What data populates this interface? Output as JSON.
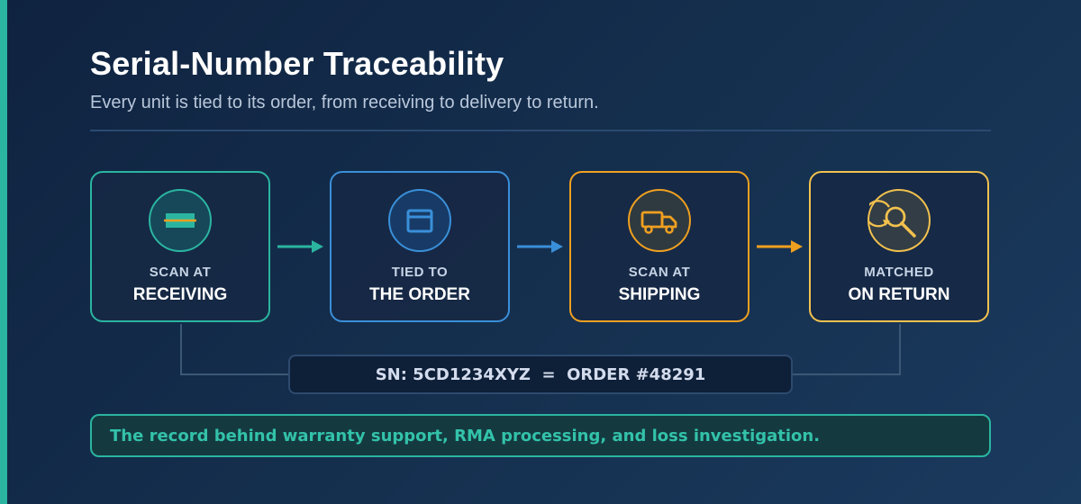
{
  "title": "Serial-Number Traceability",
  "subtitle": "Every unit is tied to its order, from receiving to delivery to return.",
  "steps": [
    {
      "label_top": "SCAN AT",
      "label_main": "RECEIVING",
      "icon": "barcode-scan-icon",
      "color": "#2bb5a0"
    },
    {
      "label_top": "TIED TO",
      "label_main": "THE ORDER",
      "icon": "document-window-icon",
      "color": "#3a8fd9"
    },
    {
      "label_top": "SCAN AT",
      "label_main": "SHIPPING",
      "icon": "delivery-truck-icon",
      "color": "#f0a020"
    },
    {
      "label_top": "MATCHED",
      "label_main": "ON RETURN",
      "icon": "return-search-icon",
      "color": "#f2c14e"
    }
  ],
  "record": "SN: 5CD1234XYZ  =  ORDER #48291",
  "footer": "The record behind warranty support, RMA processing, and loss investigation."
}
